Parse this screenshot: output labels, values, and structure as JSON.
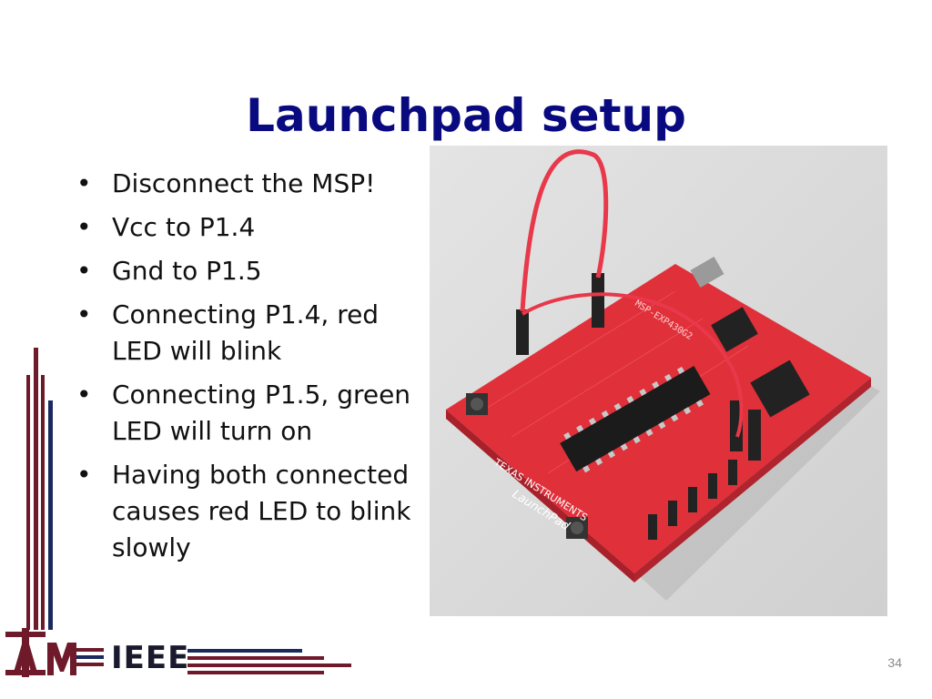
{
  "slide": {
    "title": "Launchpad setup",
    "bullets": [
      "Disconnect the MSP!",
      "Vcc to P1.4",
      "Gnd to P1.5",
      "Connecting P1.4, red LED will blink",
      "Connecting P1.5, green LED will turn on",
      "Having both connected causes red LED to blink slowly"
    ],
    "page_number": "34"
  },
  "logo": {
    "ieee_text": "IEEE",
    "atm_letters": "ATM"
  },
  "photo": {
    "board_label": "MSP-EXP430G2",
    "board_brand": "TEXAS INSTRUMENTS",
    "board_name": "LaunchPad"
  },
  "colors": {
    "title": "#0a0a80",
    "maroon": "#6e1a2a",
    "navy": "#1a2a5e",
    "board_red": "#e0303a"
  }
}
